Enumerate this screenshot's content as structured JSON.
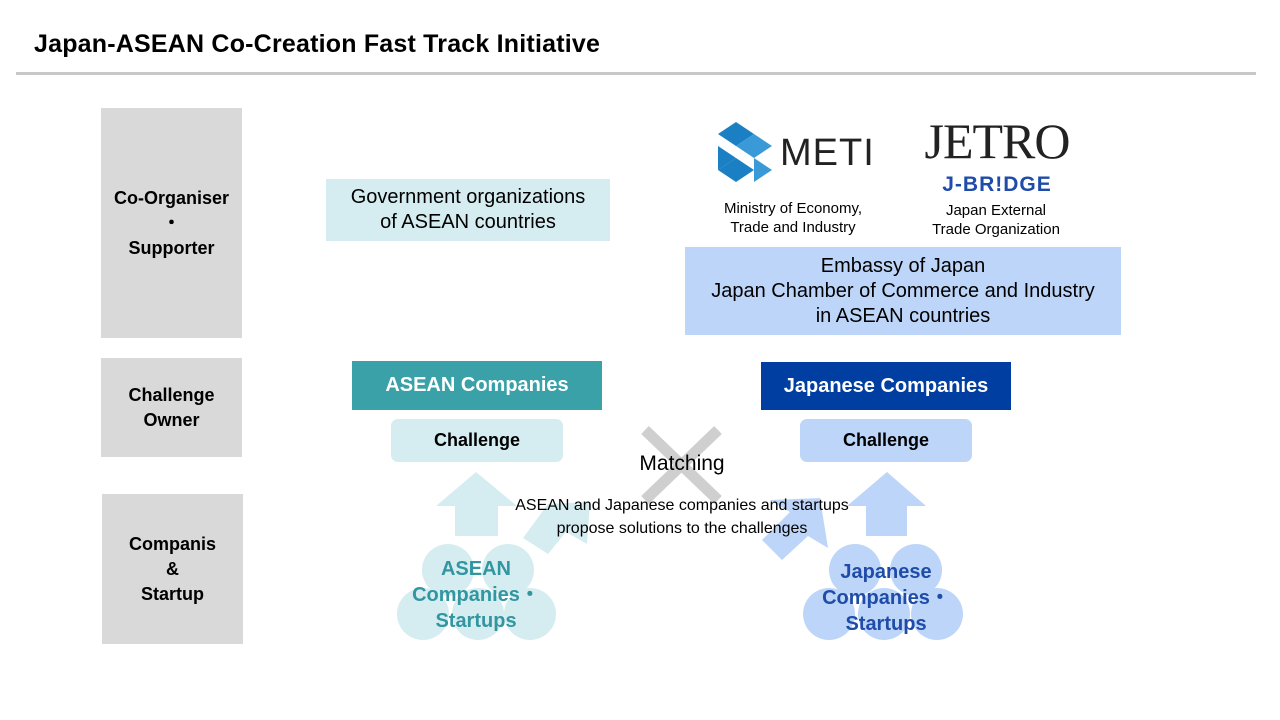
{
  "title": "Japan-ASEAN Co-Creation Fast Track Initiative",
  "rows": {
    "co_organiser": [
      "Co-Organiser",
      "・",
      "Supporter"
    ],
    "challenge_owner": [
      "Challenge",
      "Owner"
    ],
    "companies": [
      "Companis",
      "&",
      "Startup"
    ]
  },
  "gov_box": [
    "Government organizations",
    "of ASEAN countries"
  ],
  "meti": {
    "logo_text": "METI",
    "caption": [
      "Ministry of Economy,",
      "Trade and Industry"
    ]
  },
  "jetro": {
    "logo_text": "JETRO",
    "sub_logo_text": "J-BR!DGE",
    "caption": [
      "Japan External",
      "Trade Organization"
    ]
  },
  "embassy_box": [
    "Embassy of Japan",
    "Japan Chamber of Commerce and Industry",
    "in ASEAN countries"
  ],
  "asean_companies": "ASEAN Companies",
  "japanese_companies": "Japanese Companies",
  "challenge_label_left": "Challenge",
  "challenge_label_right": "Challenge",
  "matching": "Matching",
  "propose_text": [
    "ASEAN and Japanese companies and startups",
    "propose solutions to the challenges"
  ],
  "asean_group": [
    "ASEAN",
    "Companies・",
    "Startups"
  ],
  "japanese_group": [
    "Japanese",
    "Companies・",
    "Startups"
  ],
  "colors": {
    "row_label_bg": "#d9d9d9",
    "teal": "#3aa1a9",
    "light_teal": "#d5edf0",
    "navy": "#003ea1",
    "light_blue": "#bdd5f8",
    "teal_text": "#3296a0",
    "navy_text": "#1f4ca8",
    "meti_blue": "#1b7fc4",
    "cross_gray": "#cfcfcf"
  }
}
